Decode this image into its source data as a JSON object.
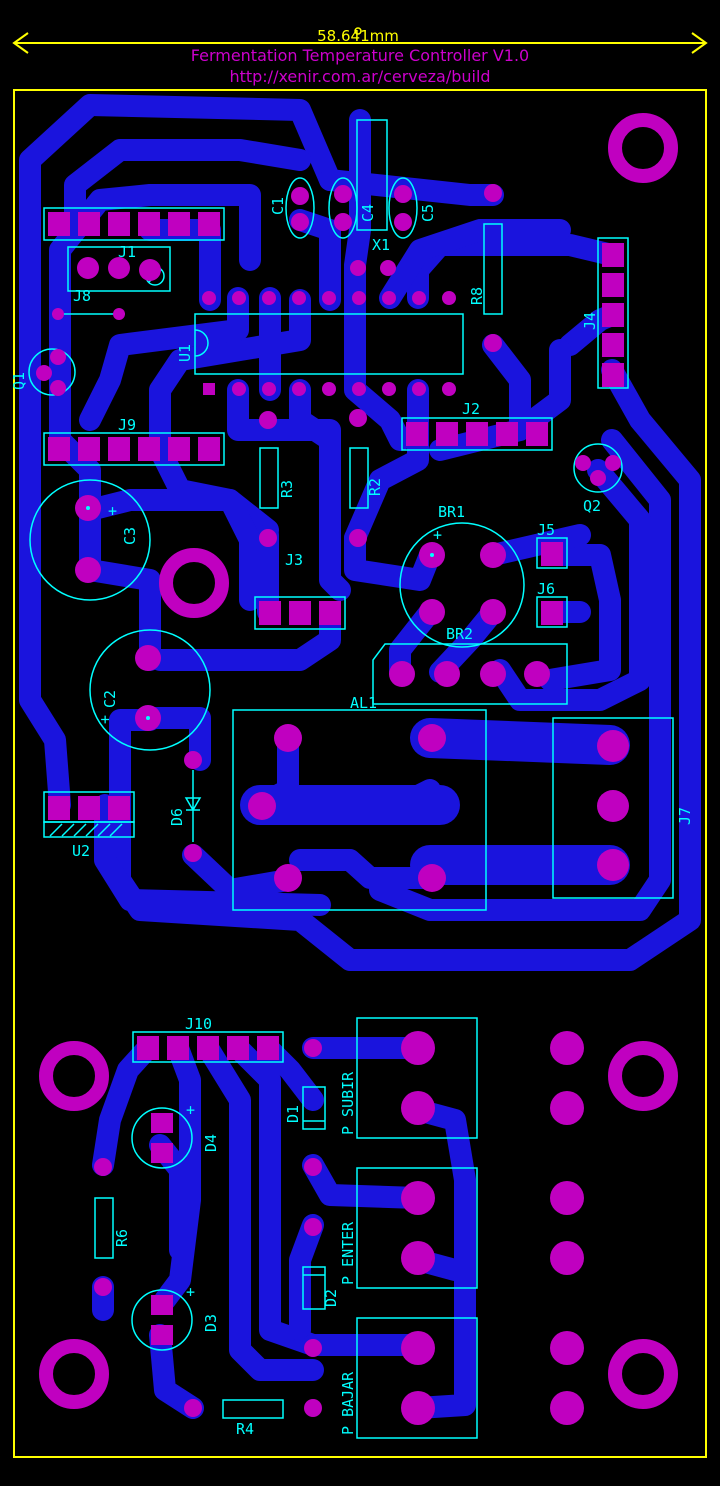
{
  "header": {
    "dimension": "58.641mm",
    "title": "Fermentation Temperature Controller V1.0",
    "url": "http://xenir.com.ar/cerveza/build"
  },
  "colors": {
    "background": "#000000",
    "copper": "#1a14dd",
    "pad": "#c000c0",
    "silkscreen": "#00ffff",
    "board_edge": "#ffff00"
  },
  "labels": {
    "c1": "C1",
    "c4": "C4",
    "c5": "C5",
    "x1": "X1",
    "j1": "J1",
    "j8": "J8",
    "j9": "J9",
    "j2": "J2",
    "j3": "J3",
    "j4": "J4",
    "j5": "J5",
    "j6": "J6",
    "j7": "J7",
    "j10": "J10",
    "q1": "Q1",
    "q2": "Q2",
    "u1": "U1",
    "u2": "U2",
    "r2": "R2",
    "r3": "R3",
    "r4": "R4",
    "r6": "R6",
    "r8": "R8",
    "c2": "C2",
    "c3": "C3",
    "br1": "BR1",
    "br2": "BR2",
    "al1": "AL1",
    "d1": "D1",
    "d2": "D2",
    "d3": "D3",
    "d4": "D4",
    "d6": "D6",
    "p_subir": "P SUBIR",
    "p_enter": "P ENTER",
    "p_bajar": "P BAJAR",
    "plus": "+"
  }
}
